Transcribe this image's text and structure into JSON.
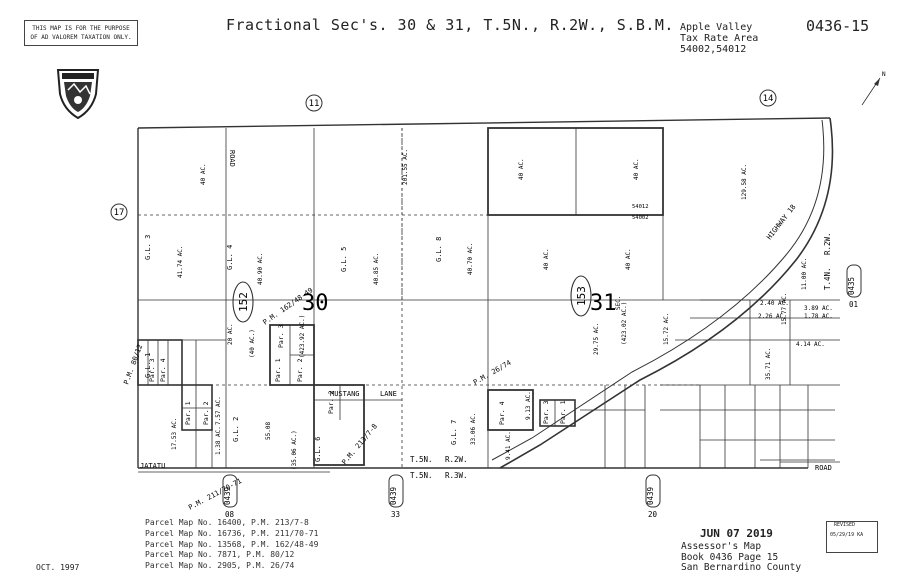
{
  "header": {
    "disclaimer": [
      "THIS MAP IS FOR THE PURPOSE",
      "OF AD VALOREM TAXATION ONLY."
    ],
    "title": "Fractional Sec's. 30 & 31, T.5N., R.2W., S.B.M.",
    "tra_lines": [
      "Apple Valley",
      "Tax Rate Area",
      "54002,54012"
    ],
    "map_number": "0436-15"
  },
  "map": {
    "section_labels": [
      "30",
      "31"
    ],
    "book_circles": [
      "11",
      "17",
      "14"
    ],
    "page_ovals": [
      "152",
      "153"
    ],
    "book_page_refs": [
      [
        "0439",
        "08"
      ],
      [
        "0439",
        "33"
      ],
      [
        "0439",
        "20"
      ],
      [
        "0435",
        "01"
      ]
    ],
    "streets": [
      "ROAD",
      "MUSTANG",
      "LANE",
      "JATATU",
      "ROAD",
      "HIGHWAY 18"
    ],
    "gov_lots": [
      "G.L. 3",
      "G.L. 4",
      "G.L. 5",
      "G.L. 8",
      "G.L. 1",
      "G.L. 2",
      "G.L. 6",
      "G.L. 7"
    ],
    "acreages": [
      "40 AC.",
      "201.55 AC.",
      "40 AC.",
      "40 AC.",
      "129.58 AC.",
      "41.74 AC.",
      "40.90 AC.",
      "40.85 AC.",
      "40.70 AC.",
      "40 AC.",
      "40 AC.",
      "11.00 AC.",
      "(423.92 AC.)",
      "(423.02 AC.)",
      "2.40 AC.",
      "3.89 AC.",
      "2.26 AC.",
      "1.78 AC.",
      "4.14 AC.",
      "(35.06 AC.)",
      "55.08",
      "33.06 AC.",
      "29.75 AC.",
      "15.72 AC.",
      "35.71 AC.",
      "15.77 AC.",
      "9.13 AC.",
      "9.41 AC.",
      "17.53 AC.",
      "7.57 AC.",
      "1.38 AC.",
      "(40 AC.)",
      "20 AC."
    ],
    "tra_codes": [
      "54012",
      "54002"
    ],
    "parcel_labels": [
      "Par. 3",
      "Par. 1",
      "Par. 2",
      "Par. 4",
      "Par. 1",
      "Par. 2",
      "Par. 3",
      "Par. 1",
      "Par. 2",
      "Par. 3",
      "Par. 4"
    ],
    "pm_refs": [
      "P.M. 162/48-49",
      "P.M. 80/12",
      "P.M. 26/74",
      "P.M. 211/70-71",
      "P.M. 213/7-8"
    ],
    "twp_lines": [
      "T.5N.",
      "R.2W.",
      "T.5N.",
      "R.3W.",
      "T.4N.",
      "R.2W."
    ],
    "sec_label": "SEC.",
    "north_label": "N"
  },
  "footer": {
    "parcel_maps": [
      "Parcel Map No. 16400, P.M. 213/7-8",
      "Parcel Map No. 16736, P.M. 211/70-71",
      "Parcel Map No. 13568, P.M. 162/48-49",
      "Parcel Map No. 7871, P.M. 80/12",
      "Parcel Map No. 2905, P.M. 26/74"
    ],
    "date_left": "OCT. 1997",
    "received_stamp": "JUN 07 2019",
    "assessor_lines": [
      "Assessor's Map",
      "Book 0436 Page 15",
      "San Bernardino County"
    ],
    "revised_label": "REVISED",
    "revised_date": "05/29/19 KA"
  }
}
